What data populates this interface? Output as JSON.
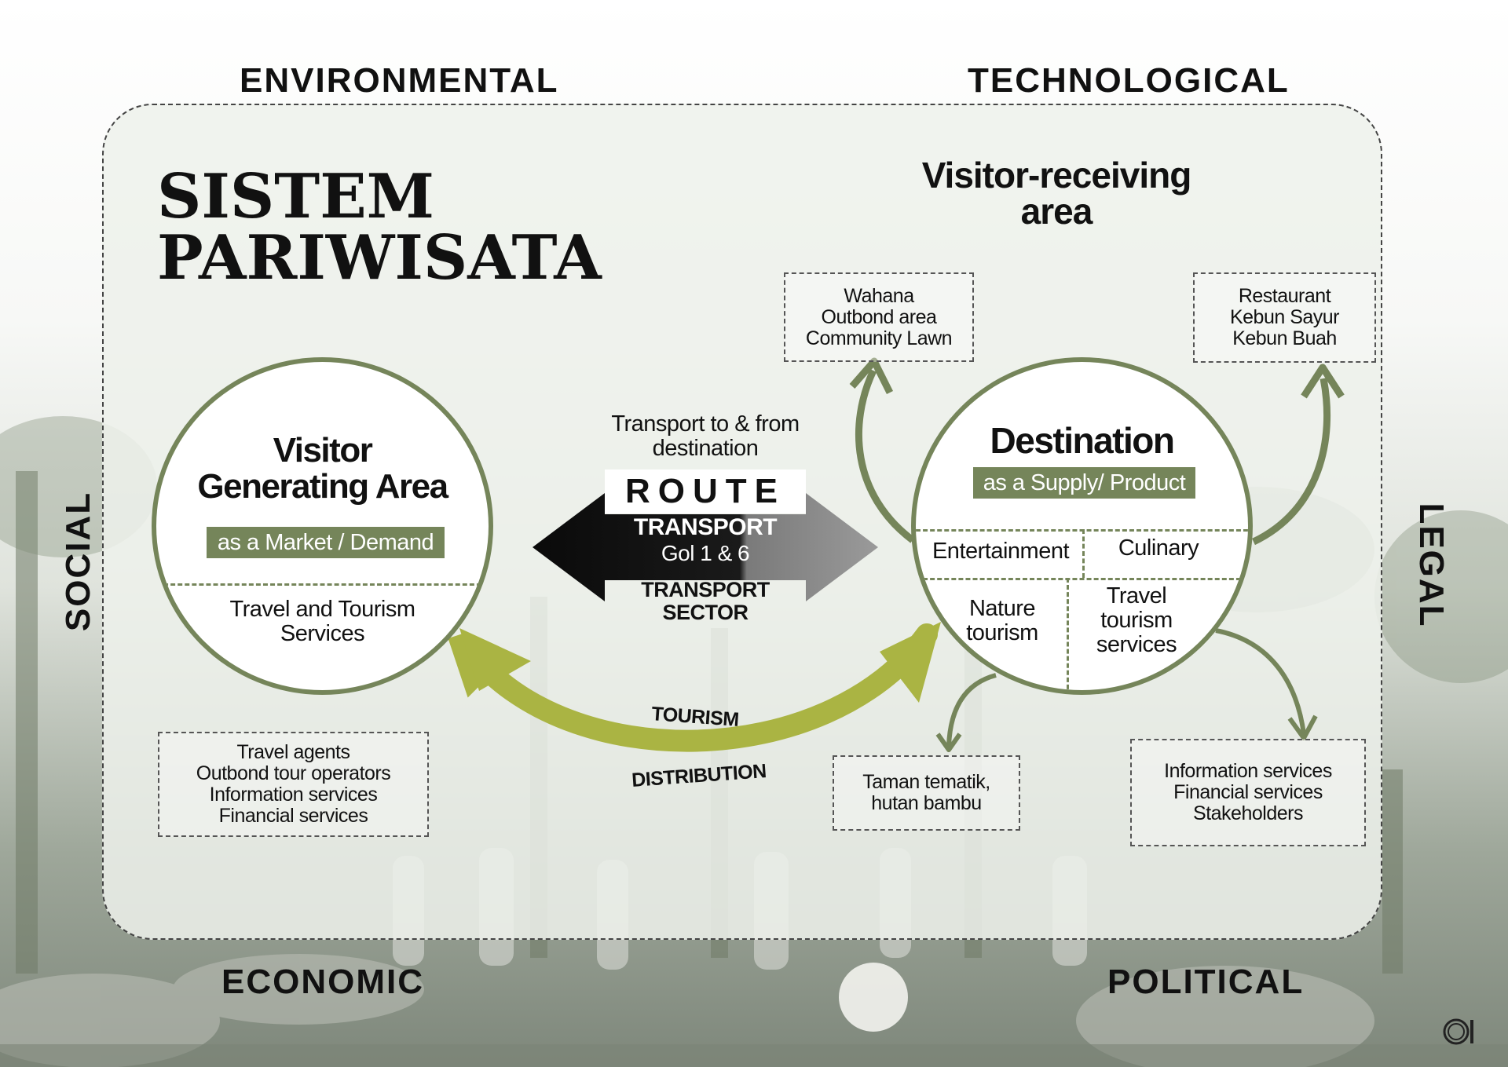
{
  "pestel": {
    "environmental": "ENVIRONMENTAL",
    "technological": "TECHNOLOGICAL",
    "social": "SOCIAL",
    "legal": "LEGAL",
    "economic": "ECONOMIC",
    "political": "POLITICAL"
  },
  "title": {
    "line1": "SISTEM",
    "line2": "PARIWISATA"
  },
  "visitor_receiving": {
    "line1": "Visitor-receiving",
    "line2": "area"
  },
  "generating_area": {
    "title_line1": "Visitor",
    "title_line2": "Generating Area",
    "tag": "as a Market / Demand",
    "services_line1": "Travel and Tourism",
    "services_line2": "Services"
  },
  "destination": {
    "title": "Destination",
    "tag": "as a Supply/ Product",
    "cells": {
      "entertainment": "Entertainment",
      "culinary": "Culinary",
      "nature_line1": "Nature",
      "nature_line2": "tourism",
      "travel_line1": "Travel",
      "travel_line2": "tourism",
      "travel_line3": "services"
    }
  },
  "route": {
    "caption_line1": "Transport to & from",
    "caption_line2": "destination",
    "label": "ROUTE",
    "transport": "TRANSPORT",
    "gol": "Gol 1 & 6",
    "sector_line1": "TRANSPORT",
    "sector_line2": "SECTOR"
  },
  "tourism_distribution": {
    "tourism": "TOURISM",
    "distribution": "DISTRIBUTION"
  },
  "boxes": {
    "wahana": [
      "Wahana",
      "Outbond area",
      "Community Lawn"
    ],
    "restaurant": [
      "Restaurant",
      "Kebun Sayur",
      "Kebun Buah"
    ],
    "travel_agents": [
      "Travel agents",
      "Outbond tour operators",
      "Information services",
      "Financial services"
    ],
    "taman": [
      "Taman tematik,",
      "hutan bambu"
    ],
    "information": [
      "Information services",
      "Financial services",
      "Stakeholders"
    ]
  },
  "colors": {
    "olive": "#75855a",
    "lime_arrow": "#aab443",
    "dark": "#111111"
  }
}
